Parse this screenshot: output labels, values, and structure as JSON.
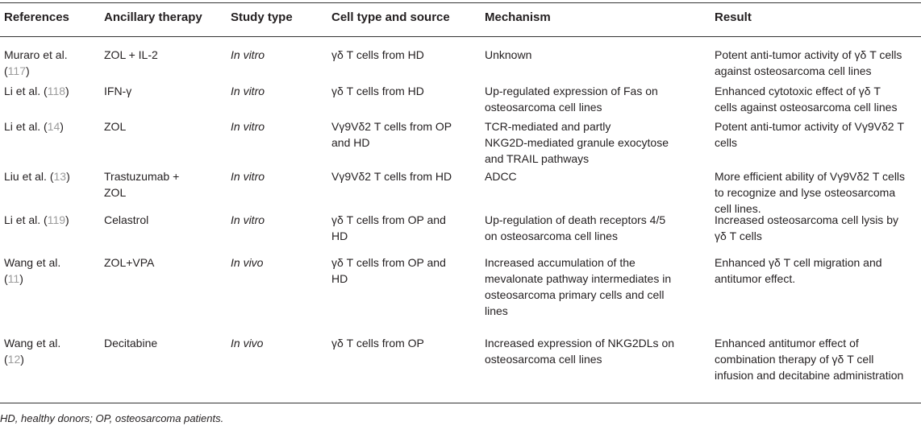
{
  "table": {
    "headers": {
      "references": "References",
      "ancillary": "Ancillary therapy",
      "study": "Study type",
      "cell": "Cell type and source",
      "mechanism": "Mechanism",
      "result": "Result"
    },
    "rows": [
      {
        "ref_lines": [
          [
            "Muraro et al.",
            ""
          ],
          [
            "(",
            "117",
            ")"
          ]
        ],
        "ancillary_lines": [
          "ZOL + IL-2"
        ],
        "study": "In vitro",
        "cell_lines": [
          "γδ T cells from HD"
        ],
        "mechanism_lines": [
          "Unknown"
        ],
        "result_lines": [
          "Potent anti-tumor activity of γδ T cells",
          "against osteosarcoma cell lines"
        ]
      },
      {
        "ref_lines": [
          [
            "Li et al. (",
            "118",
            ")"
          ]
        ],
        "ancillary_lines": [
          "IFN-γ"
        ],
        "study": "In vitro",
        "cell_lines": [
          "γδ T cells from HD"
        ],
        "mechanism_lines": [
          "Up-regulated expression of Fas on",
          "osteosarcoma cell lines"
        ],
        "result_lines": [
          "Enhanced cytotoxic effect of γδ T",
          "cells against osteosarcoma cell lines"
        ]
      },
      {
        "ref_lines": [
          [
            "Li et al. (",
            "14",
            ")"
          ]
        ],
        "ancillary_lines": [
          "ZOL"
        ],
        "study": "In vitro",
        "cell_lines": [
          "Vγ9Vδ2 T cells from OP",
          "and HD"
        ],
        "mechanism_lines": [
          "TCR-mediated and partly",
          "NKG2D-mediated granule exocytose",
          "and TRAIL pathways"
        ],
        "result_lines": [
          "Potent anti-tumor activity of Vγ9Vδ2 T",
          "cells"
        ]
      },
      {
        "ref_lines": [
          [
            "Liu et al. (",
            "13",
            ")"
          ]
        ],
        "ancillary_lines": [
          "Trastuzumab +",
          "ZOL"
        ],
        "study": "In vitro",
        "cell_lines": [
          "Vγ9Vδ2 T cells from HD"
        ],
        "mechanism_lines": [
          "ADCC"
        ],
        "result_lines": [
          "More efficient ability of Vγ9Vδ2 T cells",
          "to recognize and lyse osteosarcoma",
          "cell lines."
        ]
      },
      {
        "ref_lines": [
          [
            "Li et al. (",
            "119",
            ")"
          ]
        ],
        "ancillary_lines": [
          "Celastrol"
        ],
        "study": "In vitro",
        "cell_lines": [
          "γδ T cells from OP and",
          "HD"
        ],
        "mechanism_lines": [
          "Up-regulation of death receptors 4/5",
          "on osteosarcoma cell lines"
        ],
        "result_lines": [
          "Increased osteosarcoma cell lysis by",
          "γδ T cells"
        ]
      },
      {
        "ref_lines": [
          [
            "Wang et al.",
            ""
          ],
          [
            "(",
            "11",
            ")"
          ]
        ],
        "ancillary_lines": [
          "ZOL+VPA"
        ],
        "study": "In vivo",
        "cell_lines": [
          "γδ T cells from OP and",
          "HD"
        ],
        "mechanism_lines": [
          "Increased accumulation of the",
          "mevalonate pathway intermediates in",
          "osteosarcoma primary cells and cell",
          "lines"
        ],
        "result_lines": [
          "Enhanced γδ T cell migration and",
          "antitumor effect."
        ]
      },
      {
        "ref_lines": [
          [
            "Wang et al.",
            ""
          ],
          [
            "(",
            "12",
            ")"
          ]
        ],
        "ancillary_lines": [
          "Decitabine"
        ],
        "study": "In vivo",
        "cell_lines": [
          "γδ T cells from OP"
        ],
        "mechanism_lines": [
          "Increased expression of NKG2DLs on",
          "osteosarcoma cell lines"
        ],
        "result_lines": [
          "Enhanced antitumor effect of",
          "combination therapy of γδ T cell",
          "infusion and decitabine administration"
        ]
      }
    ]
  },
  "footnote": "HD, healthy donors; OP, osteosarcoma patients."
}
